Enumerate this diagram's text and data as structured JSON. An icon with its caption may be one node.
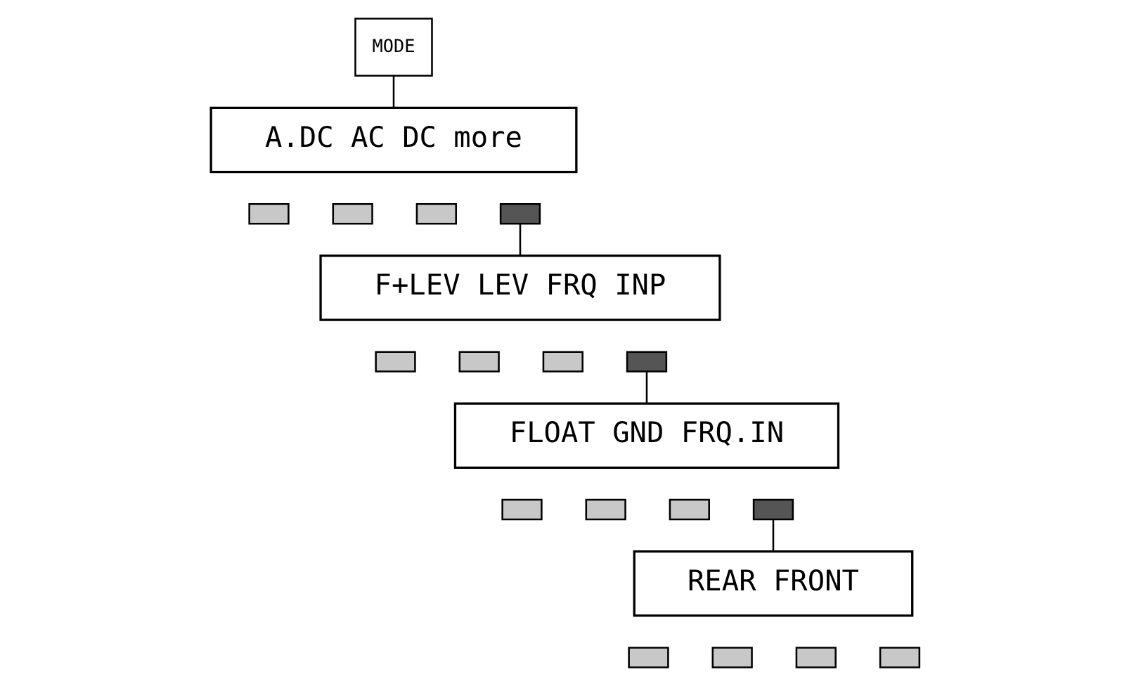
{
  "diagram": {
    "nodes": [
      {
        "text": [
          "MODE"
        ]
      },
      {
        "text": [
          "A.DC AC DC more"
        ]
      },
      {
        "text": [],
        "shape": "box"
      },
      {
        "text": [],
        "shape": "box"
      },
      {
        "text": [],
        "shape": "box"
      },
      {
        "text": [],
        "shape": "box"
      },
      {
        "text": [
          "F+LEV LEV FRQ INP"
        ]
      },
      {
        "text": [],
        "shape": "box"
      },
      {
        "text": [],
        "shape": "box"
      },
      {
        "text": [],
        "shape": "box"
      },
      {
        "text": [],
        "shape": "box"
      },
      {
        "text": [
          "FLOAT GND FRQ.IN"
        ]
      },
      {
        "text": [],
        "shape": "box"
      },
      {
        "text": [],
        "shape": "box"
      },
      {
        "text": [],
        "shape": "box"
      },
      {
        "text": [],
        "shape": "box"
      },
      {
        "text": [
          "REAR FRONT"
        ]
      },
      {
        "text": [],
        "shape": "box"
      },
      {
        "text": [],
        "shape": "box"
      },
      {
        "text": [],
        "shape": "box"
      },
      {
        "text": [],
        "shape": "box"
      }
    ],
    "edges": [
      {
        "from": 0,
        "to": 1,
        "arrow": "none"
      },
      {
        "from": 5,
        "to": 6,
        "arrow": "none"
      },
      {
        "from": 10,
        "to": 11,
        "arrow": "none"
      },
      {
        "from": 15,
        "to": 16,
        "arrow": "none"
      }
    ]
  }
}
